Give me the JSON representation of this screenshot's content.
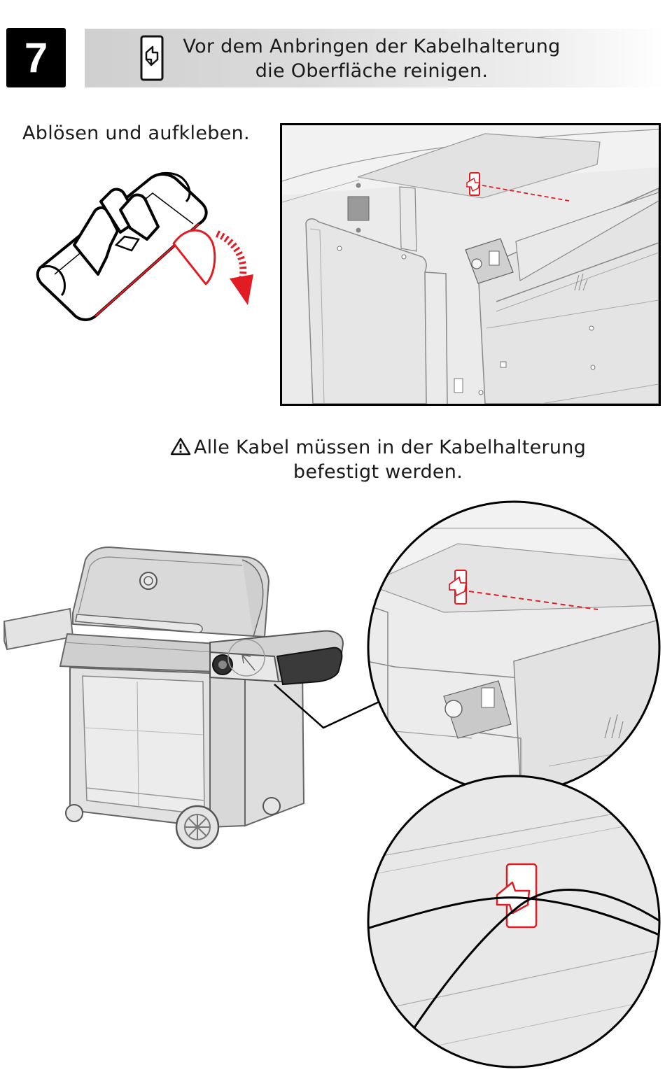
{
  "step": {
    "number": "7"
  },
  "instruction": {
    "line1": "Vor dem Anbringen der Kabelhalterung",
    "line2": "die Oberfläche reinigen."
  },
  "peel": {
    "label": "Ablösen und aufkleben."
  },
  "warning": {
    "line1": "Alle Kabel müssen in der Kabelhalterung",
    "line2": "befestigt werden."
  },
  "colors": {
    "accent": "#e31b23",
    "banner_start": "#cfcfcf",
    "panel_gray": "#e6e6e6"
  },
  "icons": [
    "cable-clip-icon",
    "peel-arrow-icon",
    "warning-triangle-icon"
  ]
}
